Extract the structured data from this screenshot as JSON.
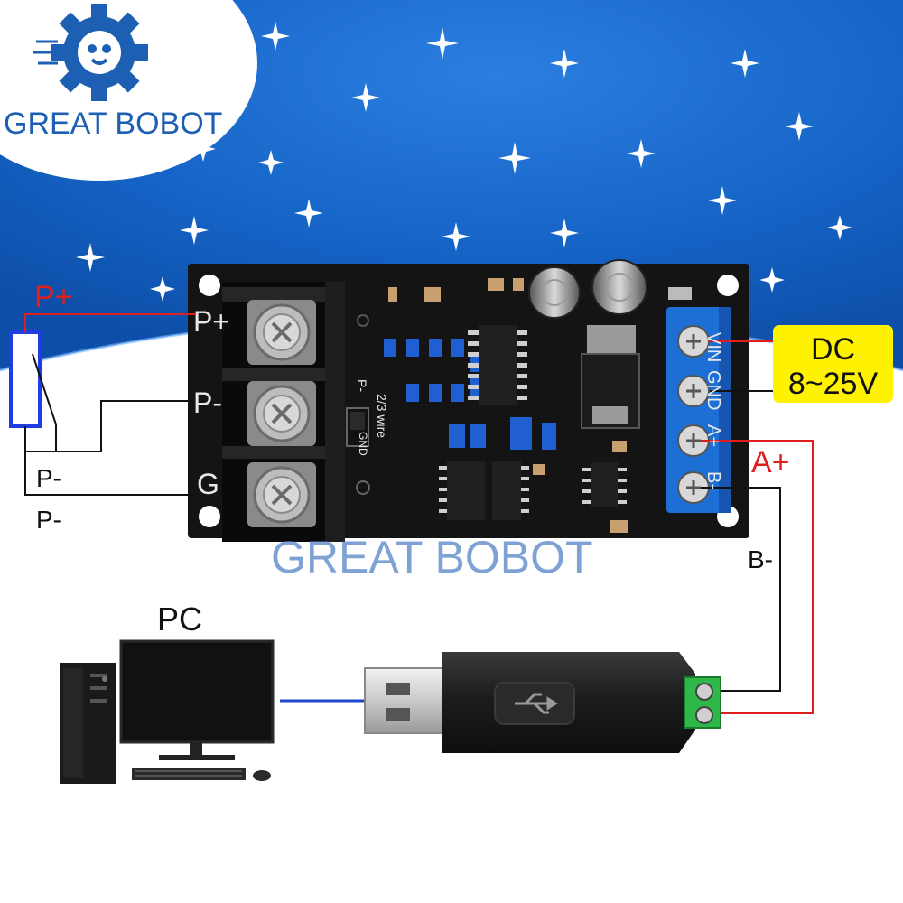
{
  "brand": {
    "logo_text": "GREAT BOBOT",
    "watermark": "GREAT BOBOT"
  },
  "board": {
    "left_terminals": [
      "P+",
      "P-",
      "G"
    ],
    "right_terminals": [
      "VIN",
      "GND",
      "A+",
      "B-"
    ],
    "jumper_labels": [
      "P-",
      "2/3 wire",
      "GND"
    ]
  },
  "wiring": {
    "sensor_top": "P+",
    "sensor_bottom_1": "P-",
    "sensor_bottom_2": "P-",
    "a_plus": "A+",
    "b_minus": "B-"
  },
  "power": {
    "line1": "DC",
    "line2": "8~25V"
  },
  "pc": {
    "label": "PC"
  },
  "colors": {
    "sky_blue": "#1565c8",
    "wire_red": "#e01e1e",
    "wire_black": "#111111",
    "usb_wire_blue": "#1e46c8",
    "board_black": "#141414",
    "terminal_blue": "#1d6fd6",
    "dc_box_yellow": "#fff200"
  }
}
